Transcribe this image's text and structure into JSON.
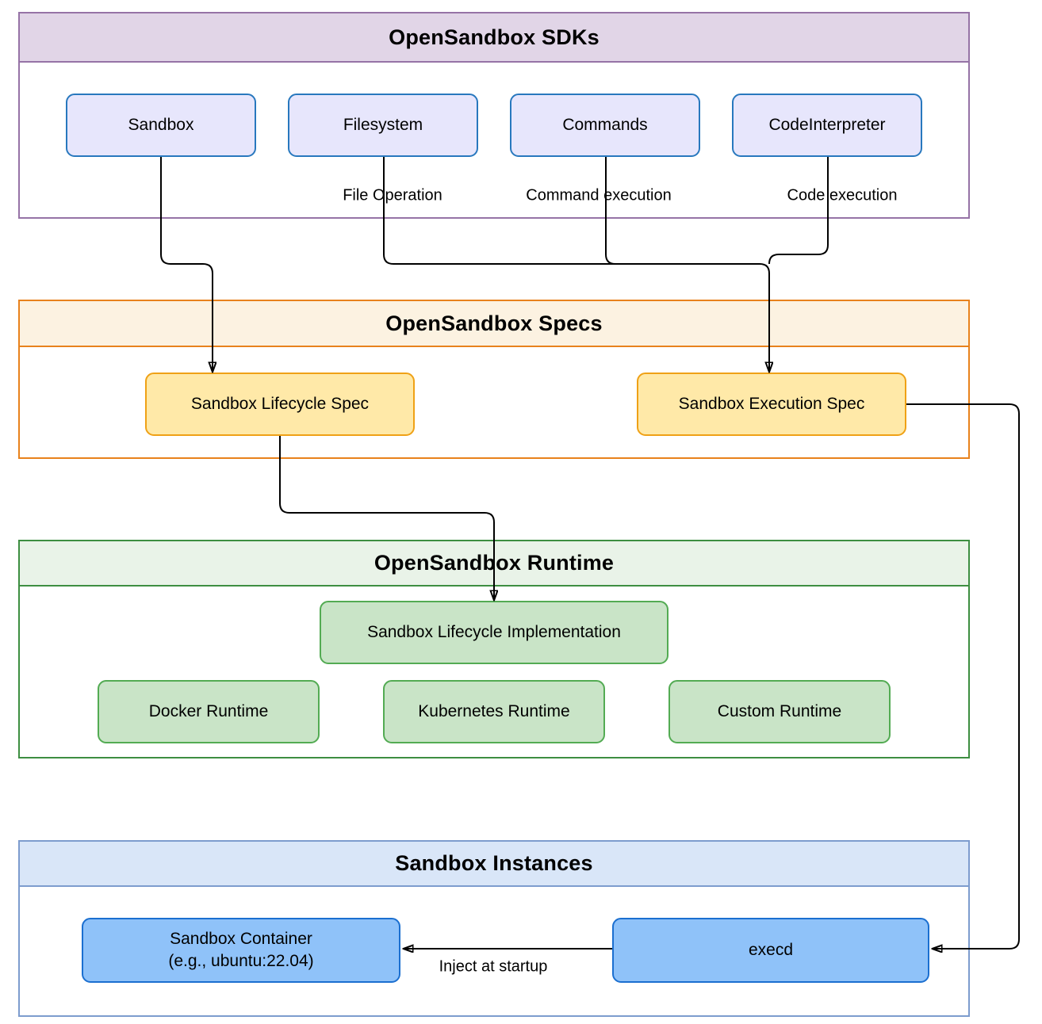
{
  "sections": {
    "sdks": {
      "title": "OpenSandbox SDKs",
      "boxes": [
        {
          "label": "Sandbox"
        },
        {
          "label": "Filesystem"
        },
        {
          "label": "Commands"
        },
        {
          "label": "CodeInterpreter"
        }
      ],
      "annotations": [
        {
          "label": "File Operation"
        },
        {
          "label": "Command execution"
        },
        {
          "label": "Code execution"
        }
      ]
    },
    "specs": {
      "title": "OpenSandbox Specs",
      "boxes": [
        {
          "label": "Sandbox Lifecycle Spec"
        },
        {
          "label": "Sandbox Execution Spec"
        }
      ]
    },
    "runtime": {
      "title": "OpenSandbox Runtime",
      "implementation": {
        "label": "Sandbox Lifecycle Implementation"
      },
      "boxes": [
        {
          "label": "Docker Runtime"
        },
        {
          "label": "Kubernetes Runtime"
        },
        {
          "label": "Custom Runtime"
        }
      ]
    },
    "instances": {
      "title": "Sandbox Instances",
      "boxes": [
        {
          "label": "Sandbox Container",
          "sublabel": "(e.g., ubuntu:22.04)"
        },
        {
          "label": "execd"
        }
      ],
      "edge_label": "Inject at startup"
    }
  },
  "colors": {
    "sdk-border": "#9673a6",
    "sdk-header": "#e1d5e7",
    "sdk-box-fill": "#e7e6fc",
    "sdk-box-border": "#2878be",
    "specs-border": "#e8821c",
    "specs-header": "#fcf2e1",
    "spec-box-fill": "#ffe9a8",
    "spec-box-border": "#efa116",
    "runtime-border": "#3d8e41",
    "runtime-header": "#e9f3e8",
    "runtime-box-fill": "#c9e4c7",
    "runtime-box-border": "#53ab53",
    "instances-border": "#7d9cce",
    "instances-header": "#d9e6f8",
    "instance-box-fill": "#8fc2f9",
    "instance-box-border": "#1b6fd0",
    "connector": "#000000"
  }
}
